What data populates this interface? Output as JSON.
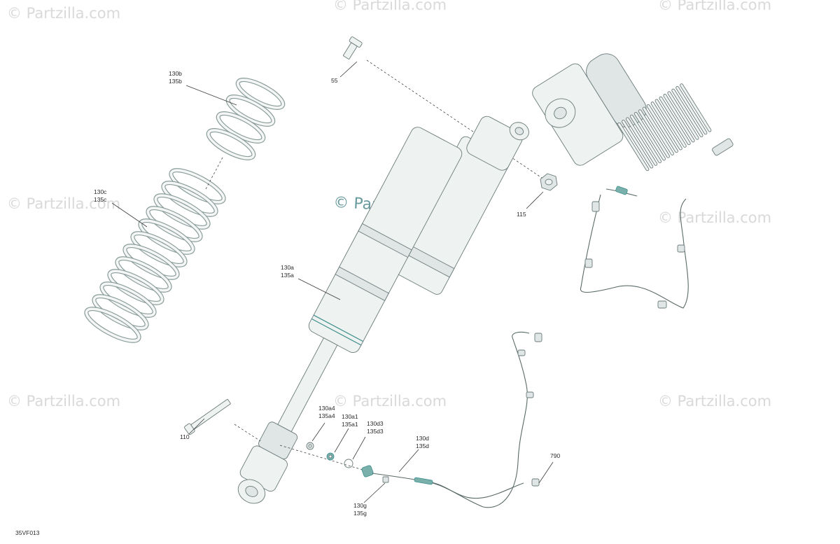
{
  "watermark": {
    "text": "© Partzilla.com"
  },
  "drawing_code": "35VF013",
  "callouts": {
    "spring_upper": [
      "130b",
      "135b"
    ],
    "spring_lower": [
      "130c",
      "135c"
    ],
    "shock_body": [
      "130a",
      "135a"
    ],
    "upper_bolt": [
      "55"
    ],
    "upper_nut": [
      "115"
    ],
    "lower_bolt": [
      "110"
    ],
    "spacer": [
      "130a4",
      "135a4"
    ],
    "bushing": [
      "130a1",
      "135a1"
    ],
    "ring": [
      "130d3",
      "135d3"
    ],
    "sensor_cable": [
      "130d",
      "135d"
    ],
    "fitting": [
      "130g",
      "135g"
    ],
    "cable_clip": [
      "790"
    ]
  }
}
